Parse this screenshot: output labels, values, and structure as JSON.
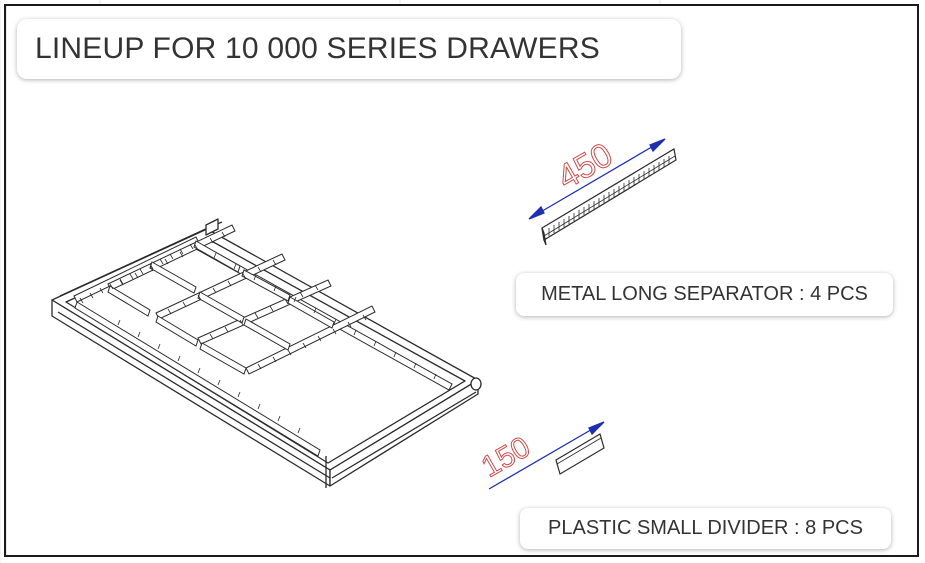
{
  "title": "LINEUP FOR 10 000 SERIES DRAWERS",
  "separator": {
    "dimension": "450",
    "label": "METAL LONG SEPARATOR : 4 PCS"
  },
  "divider": {
    "dimension": "150",
    "label": "PLASTIC SMALL DIVIDER : 8 PCS"
  },
  "colors": {
    "frame": "#1a1a1a",
    "line_art": "#2b2b2b",
    "dimension_text": "#d04a4a",
    "dimension_arrow": "#1f2fb0",
    "label_text": "#333333"
  }
}
